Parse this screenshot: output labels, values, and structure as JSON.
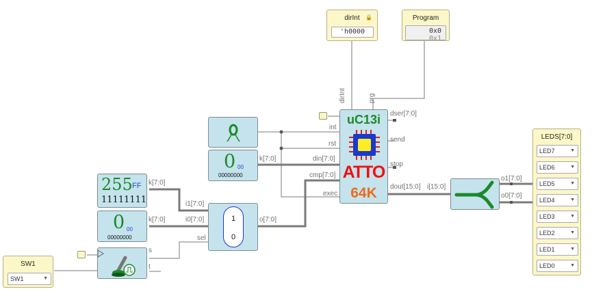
{
  "dirInt": {
    "title": "dirInt",
    "value": "'h0000"
  },
  "program": {
    "title": "Program",
    "value": "0x0",
    "value2": "0x1"
  },
  "sw1": {
    "title": "SW1",
    "selected": "SW1"
  },
  "leds": {
    "title": "LEDS[7:0]",
    "items": [
      "LED7",
      "LED6",
      "LED5",
      "LED4",
      "LED3",
      "LED2",
      "LED1",
      "LED0"
    ]
  },
  "const255": {
    "value": "255",
    "hex": "FF",
    "bin": "11111111"
  },
  "const0a": {
    "value": "0",
    "hex": "00",
    "bin": "00000000"
  },
  "const0b": {
    "value": "0",
    "hex": "00",
    "bin": "00000000"
  },
  "mux": {
    "top": "1",
    "bottom": "0"
  },
  "cpu": {
    "name": "uC13i",
    "brand": "ATTO",
    "size": "64K"
  },
  "ports": {
    "dirInt": "dirInt",
    "prg": "prg",
    "int": "int",
    "rst": "rst",
    "din": "din[7:0]",
    "cmp": "cmp[7:0]",
    "exec": "exec",
    "dser": "dser[7:0]",
    "send": "send",
    "stop": "stop",
    "dout": "dout[15:0]",
    "k1": "k[7:0]",
    "k2": "k[7:0]",
    "k3": "k[7:0]",
    "i1": "i1[7:0]",
    "i0": "i0[7:0]",
    "sel": "sel",
    "o": "o[7:0]",
    "s": "s",
    "t": "t",
    "iin": "i[15:0]",
    "o1": "o1[7:0]",
    "o0": "o0[7:0]"
  },
  "colors": {
    "block": "#c5e3ec",
    "box": "#fcf7c8",
    "chip_text": "#1a8a2a",
    "atto": "#ee1111",
    "size": "#ee6a1a",
    "splitter": "#1a8a2a"
  }
}
